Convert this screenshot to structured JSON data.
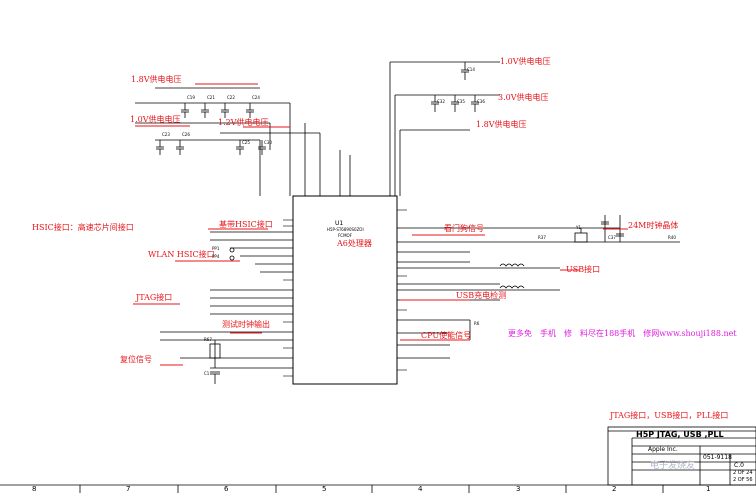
{
  "annotations": {
    "v18": "1.8V供电电压",
    "v10_left": "1.0V供电电压",
    "v12": "1.2V供电电压",
    "v10_right": "1.0V供电电压",
    "v30": "3.0V供电电压",
    "v18_right": "1.8V供电电压",
    "hsic": "HSIC接口：高速芯片间接口",
    "baseband_hsic": "基带HSIC接口",
    "wlan_hsic": "WLAN HSIC接口",
    "jtag": "JTAG接口",
    "test_clock": "测试时钟输出",
    "reset": "复位信号",
    "a6_cpu": "A6处理器",
    "watchdog": "看门狗信号",
    "crystal": "24M时钟晶体",
    "usb": "USB接口",
    "usb_charge": "USB充电检测",
    "cpu_enable": "CPU使能信号",
    "footer_caption": "JTAG接口，USB接口，PLL接口"
  },
  "promo": "更多免　手机　修　料尽在188手机　修网www.shouji188.net",
  "chip": {
    "ref": "U1",
    "part": "H5P-ST6890S0ZOI",
    "pkg": "FCMOF"
  },
  "components": {
    "c19": "C19",
    "c21": "C21",
    "c22": "C22",
    "c24": "C24",
    "c23": "C23",
    "c26": "C26",
    "c25": "C25",
    "c30": "C30",
    "c14": "C14",
    "c32": "C32",
    "c35": "C35",
    "c36": "C36",
    "c37": "C37",
    "y1": "Y1",
    "r37": "R37",
    "r40": "R40",
    "r67": "R67",
    "r6": "R6",
    "c1": "C1",
    "pp1": "PP1",
    "pp4": "PP4"
  },
  "title_block": {
    "title": "H5P JTAG, USB ,PLL",
    "company": "Apple Inc.",
    "drawing_no": "051-9118",
    "rev": "C.0",
    "sheet_a": "2 OF 24",
    "sheet_b": "2 OF 56"
  },
  "border_numbers": [
    "8",
    "7",
    "6",
    "5",
    "4",
    "3",
    "2",
    "1"
  ],
  "watermark": "电子发烧友"
}
